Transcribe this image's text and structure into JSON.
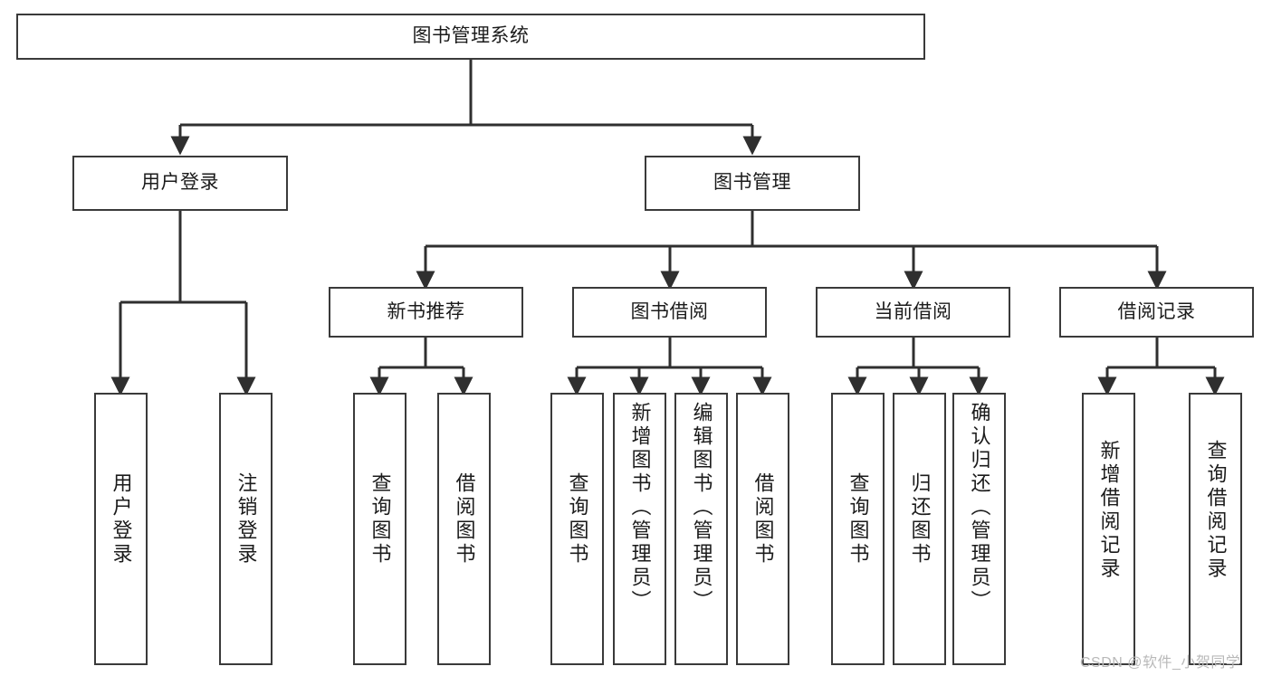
{
  "diagram": {
    "title": "图书管理系统",
    "watermark": "CSDN @软件_小贺同学",
    "colors": {
      "box_border": "#3a3a3a",
      "box_fill": "#ffffff",
      "edge": "#2f2f2f",
      "text": "#1b1b1b",
      "watermark": "#b9b9b9"
    },
    "nodes": {
      "root": {
        "label": "图书管理系统"
      },
      "level2": [
        {
          "label": "用户登录"
        },
        {
          "label": "图书管理"
        }
      ],
      "level3": [
        {
          "label": "新书推荐"
        },
        {
          "label": "图书借阅"
        },
        {
          "label": "当前借阅"
        },
        {
          "label": "借阅记录"
        }
      ],
      "leaves": [
        {
          "label": "用户登录",
          "parent": "用户登录"
        },
        {
          "label": "注销登录",
          "parent": "用户登录"
        },
        {
          "label": "查询图书",
          "parent": "新书推荐"
        },
        {
          "label": "借阅图书",
          "parent": "新书推荐"
        },
        {
          "label": "查询图书",
          "parent": "图书借阅"
        },
        {
          "label": "新增图书（管理员）",
          "parent": "图书借阅"
        },
        {
          "label": "编辑图书（管理员）",
          "parent": "图书借阅"
        },
        {
          "label": "借阅图书",
          "parent": "图书借阅"
        },
        {
          "label": "查询图书",
          "parent": "当前借阅"
        },
        {
          "label": "归还图书",
          "parent": "当前借阅"
        },
        {
          "label": "确认归还（管理员）",
          "parent": "当前借阅"
        },
        {
          "label": "新增借阅记录",
          "parent": "借阅记录"
        },
        {
          "label": "查询借阅记录",
          "parent": "借阅记录"
        }
      ]
    }
  }
}
